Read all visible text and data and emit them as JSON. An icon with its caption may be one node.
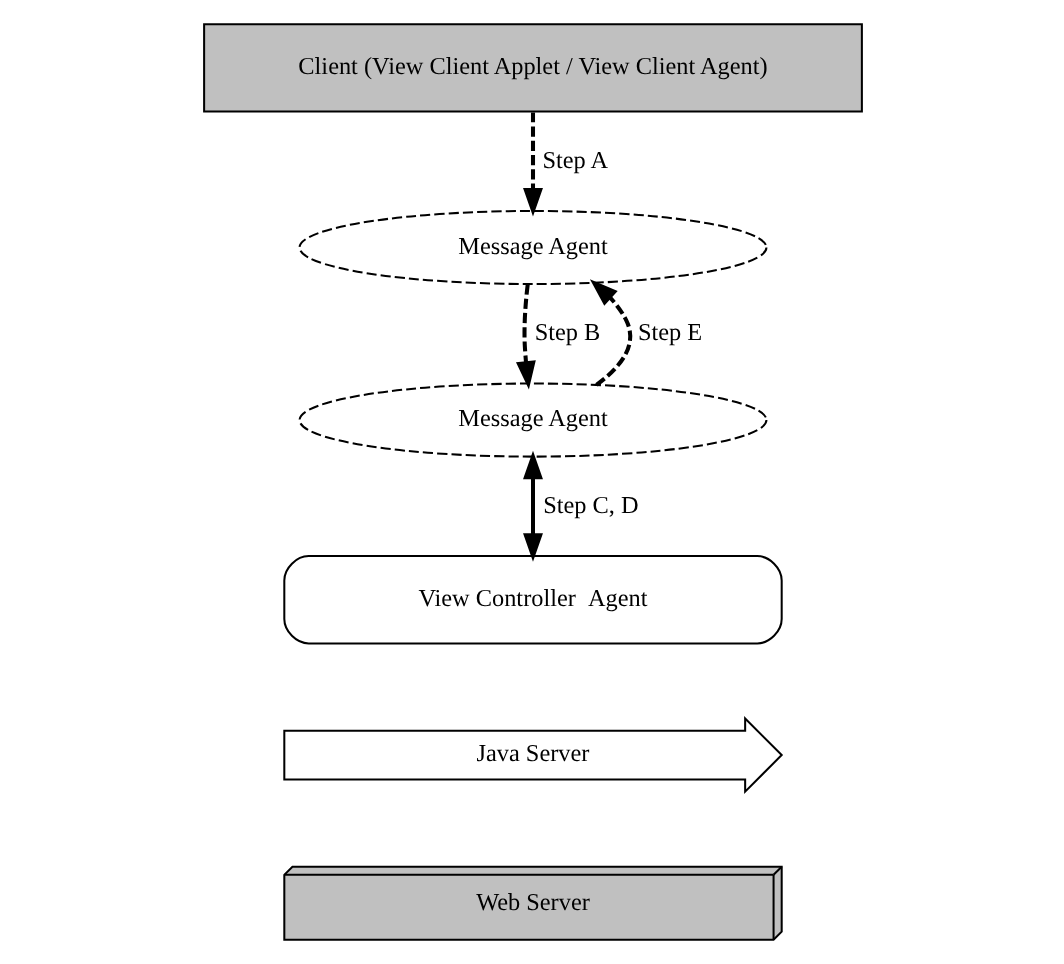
{
  "diagram": {
    "nodes": [
      {
        "text": [
          "Client (View Client Applet / View Client Agent)"
        ]
      },
      {
        "text": [
          "Message Agent"
        ]
      },
      {
        "text": [
          "Message Agent"
        ]
      },
      {
        "text": [
          "View Controller  Agent"
        ]
      },
      {
        "text": [
          "Java Server"
        ]
      },
      {
        "text": [
          "Web Server"
        ]
      }
    ],
    "edges": [
      {
        "from": 0,
        "to": 1,
        "arrow": "to",
        "label": "Step A",
        "style": "dashed"
      },
      {
        "from": 1,
        "to": 2,
        "arrow": "to",
        "label": "Step B",
        "style": "dashed"
      },
      {
        "from": 2,
        "to": 1,
        "arrow": "to",
        "label": "Step E",
        "style": "dashed"
      },
      {
        "from": 2,
        "to": 3,
        "arrow": "both",
        "label": "Step C, D"
      }
    ]
  }
}
